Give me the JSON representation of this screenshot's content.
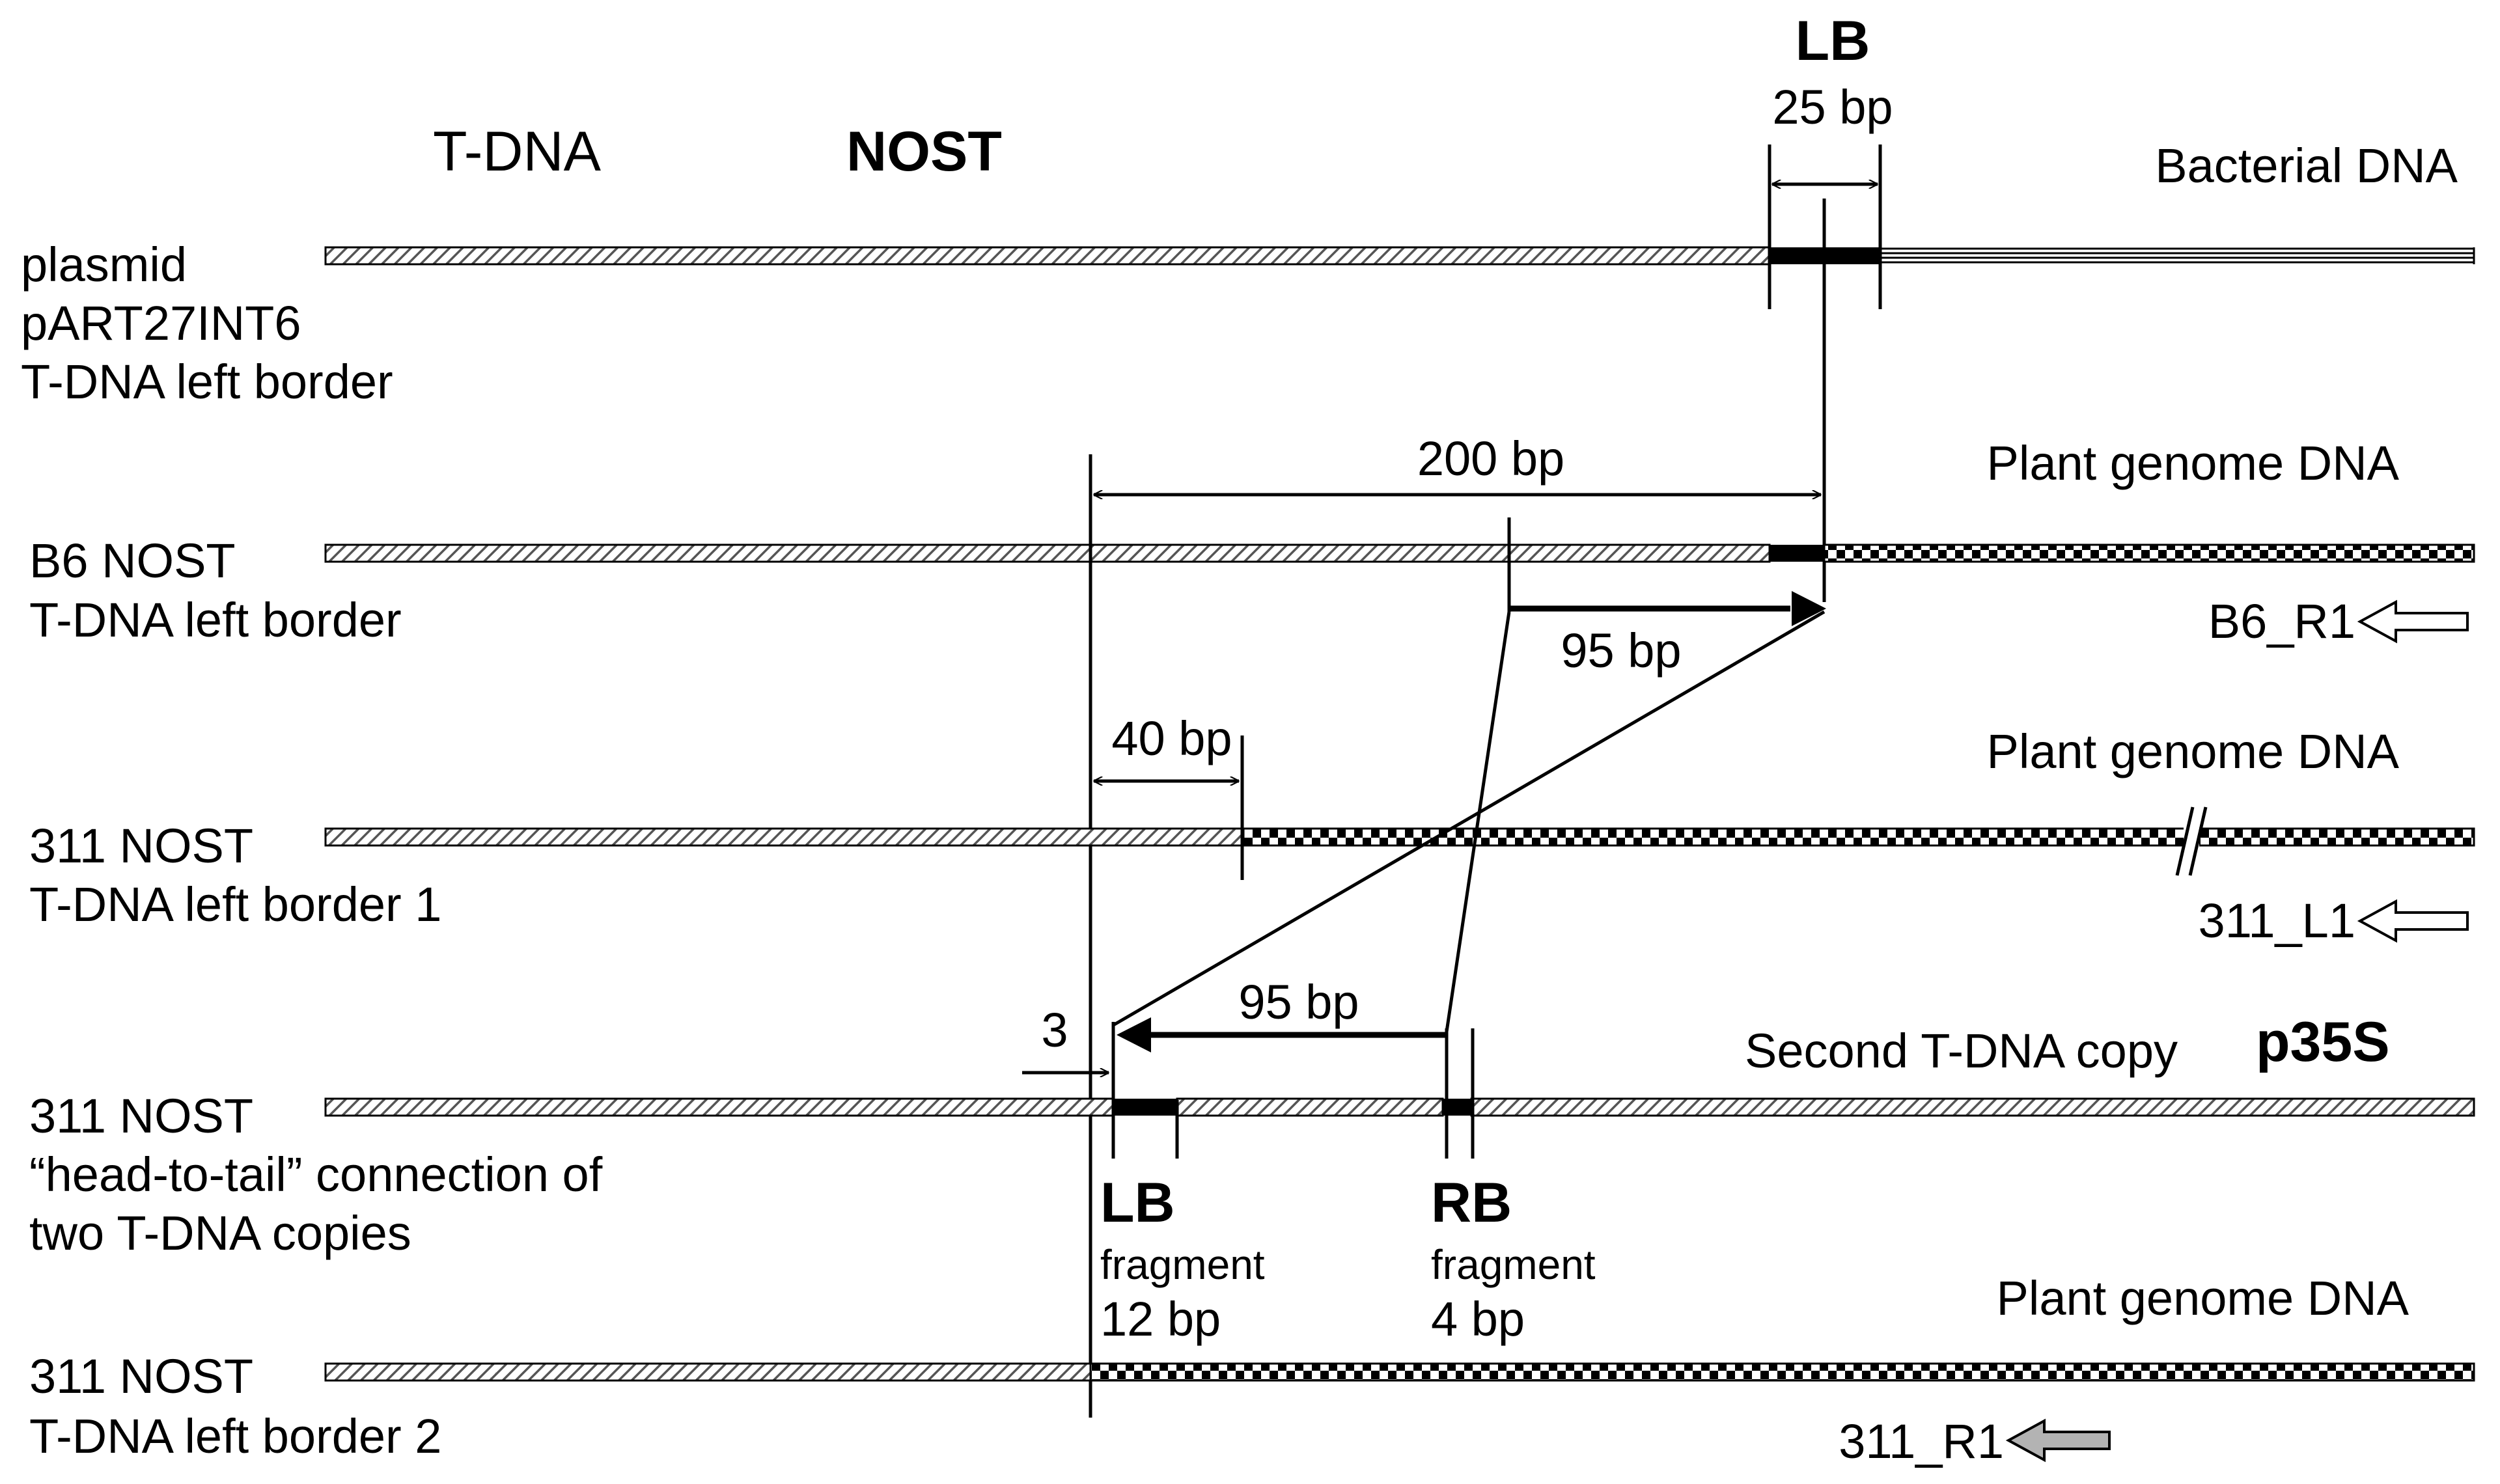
{
  "header": {
    "tdna": "T-DNA",
    "nost": "NOST",
    "lb_title": "LB",
    "lb_size": "25 bp",
    "bacterial_dna": "Bacterial DNA"
  },
  "rows": {
    "plasmid": {
      "line1": "plasmid",
      "line2": "pART27INT6",
      "line3": "T-DNA left border"
    },
    "b6": {
      "line1": "B6  NOST",
      "line2": "T-DNA left border",
      "genome_label": "Plant genome DNA",
      "primer": "B6_R1"
    },
    "border1": {
      "line1": "311  NOST",
      "line2": "T-DNA left border 1",
      "genome_label": "Plant genome DNA",
      "primer": "311_L1"
    },
    "headtotail": {
      "line1": "311  NOST",
      "line2": "“head-to-tail” connection of",
      "line3": "two T-DNA copies",
      "second_copy": "Second T-DNA copy",
      "p35s": "p35S"
    },
    "border2": {
      "line1": "311  NOST",
      "line2": "T-DNA left border 2",
      "genome_label": "Plant genome DNA",
      "primer": "311_R1"
    }
  },
  "measurements": {
    "d200": "200 bp",
    "d95_top": "95 bp",
    "d40": "40 bp",
    "d95_bottom": "95 bp",
    "d3": "3"
  },
  "fragments": {
    "lb": {
      "name": "LB",
      "word": "fragment",
      "size": "12 bp"
    },
    "rb": {
      "name": "RB",
      "word": "fragment",
      "size": "4 bp"
    }
  },
  "colors": {
    "primer_open": "#ffffff",
    "primer_filled": "#b3b3b3",
    "line": "#000000"
  }
}
